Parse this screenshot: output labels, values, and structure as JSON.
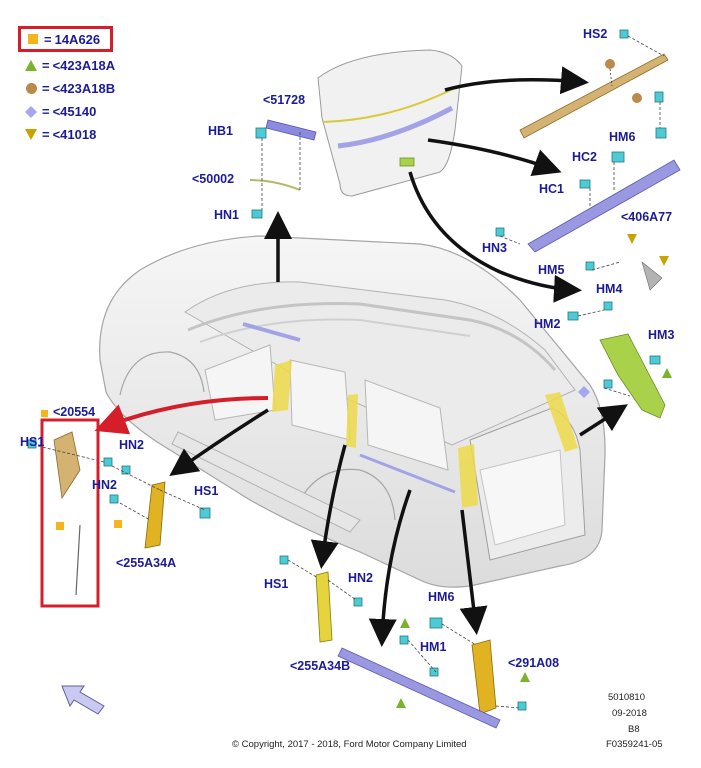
{
  "legend": [
    {
      "symbol": "square",
      "color": "#f3b51b",
      "code": "14A626",
      "highlighted": true
    },
    {
      "symbol": "triangle-up",
      "color": "#7ab32e",
      "code": "<423A18A",
      "highlighted": false
    },
    {
      "symbol": "circle",
      "color": "#b98a4a",
      "code": "<423A18B",
      "highlighted": false
    },
    {
      "symbol": "diamond",
      "color": "#a6a6ee",
      "code": "<45140",
      "highlighted": false
    },
    {
      "symbol": "triangle-down",
      "color": "#c9a200",
      "code": "<41018",
      "highlighted": false
    }
  ],
  "legend_separator": "=",
  "labels": {
    "hs2": "HS2",
    "l51728": "<51728",
    "hb1": "HB1",
    "l50002": "<50002",
    "hn1_top": "HN1",
    "hm6_right": "HM6",
    "hc2": "HC2",
    "hc1": "HC1",
    "l406a77": "<406A77",
    "hn3": "HN3",
    "hm5": "HM5",
    "hm4": "HM4",
    "hm2": "HM2",
    "hm3": "HM3",
    "l20554": "<20554",
    "hs1_left": "HS1",
    "hn2_left_top": "HN2",
    "hn2_left": "HN2",
    "hs1_mid": "HS1",
    "l255a34a": "<255A34A",
    "hs1_bottom": "HS1",
    "hn2_bottom": "HN2",
    "hm6_bottom": "HM6",
    "hm1": "HM1",
    "l255a34b": "<255A34B",
    "l291a08": "<291A08"
  },
  "footer": {
    "copyright": "© Copyright, 2017 - 2018, Ford Motor Company Limited",
    "doc_number": "5010810",
    "date": "09-2018",
    "revision": "B8",
    "figure_id": "F0359241-05"
  },
  "colors": {
    "label": "#1b1b9a",
    "arrow_black": "#111111",
    "arrow_red": "#d41f2a",
    "highlight_box": "#d41f2a",
    "clip": "#4fc9d4",
    "yellow_part": "#e7d23a",
    "blue_part": "#9a98e0",
    "tan_part": "#d3b272",
    "green_part": "#a9d24a"
  }
}
